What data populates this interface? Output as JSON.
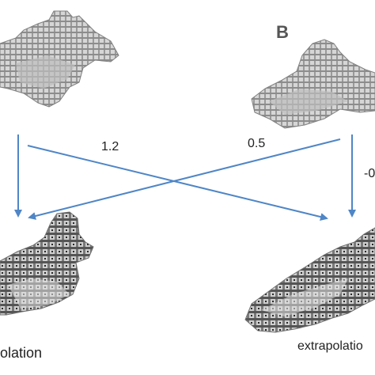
{
  "panel_label": "B",
  "weights": {
    "left_cross": "1.2",
    "right_cross": "0.5",
    "right_vertical": "-0"
  },
  "captions": {
    "left": "olation",
    "right": "extrapolatio"
  },
  "colors": {
    "arrow": "#4f86c6",
    "voxel_top": "#d6d6d6",
    "voxel_side": "#9a9a9a",
    "voxel_dark": "#3a3a3a",
    "panel_label": "#555555"
  },
  "shapes": [
    "voxel-aircraft-top-left",
    "voxel-aircraft-top-right",
    "voxel-aircraft-bottom-left",
    "voxel-aircraft-bottom-right"
  ]
}
